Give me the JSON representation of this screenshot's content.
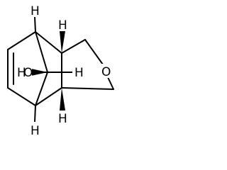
{
  "structure": {
    "atoms": {
      "oxygen_ring": "O",
      "hydroxyl_oxygen": "O",
      "hydroxyl_h": "H",
      "h_top_left": "H",
      "h_top_right": "H",
      "h_bottom_left": "H",
      "h_bottom_right": "H",
      "h_bridge": "H"
    },
    "colors": {
      "bond": "#000000",
      "background": "#ffffff"
    }
  }
}
